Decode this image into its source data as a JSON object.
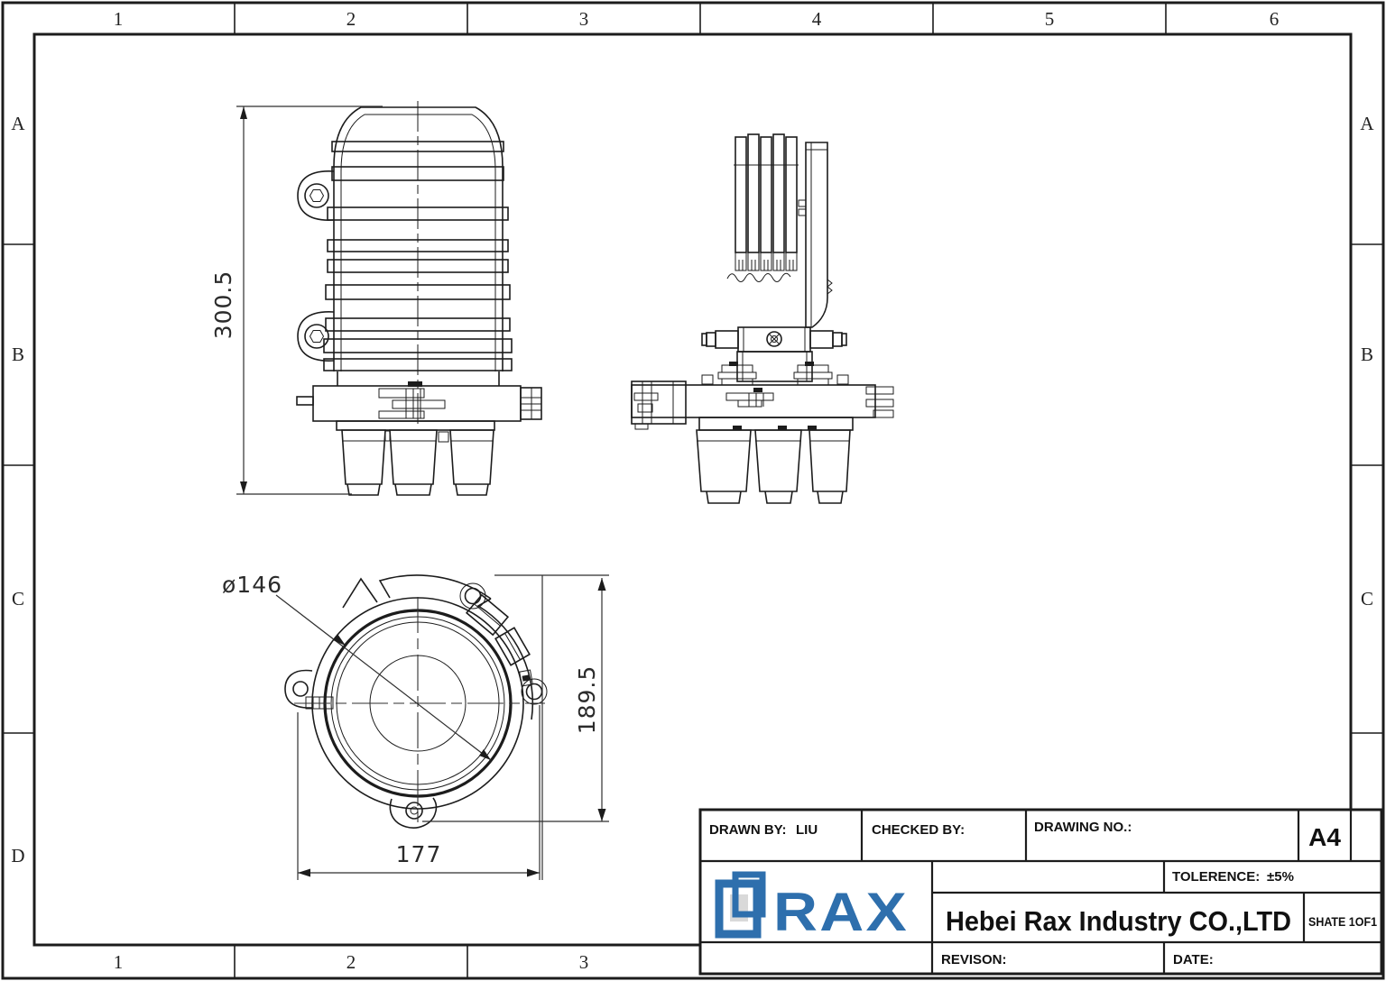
{
  "border": {
    "cols": [
      "1",
      "2",
      "3",
      "4",
      "5",
      "6"
    ],
    "rows": [
      "A",
      "B",
      "C",
      "D"
    ]
  },
  "dimensions": {
    "front_height": "300.5",
    "flange_diameter": "ø146",
    "base_height": "189.5",
    "base_width": "177"
  },
  "title_block": {
    "drawn_by_label": "DRAWN BY:",
    "drawn_by_value": "LIU",
    "checked_by_label": "CHECKED BY:",
    "drawing_no_label": "DRAWING NO.:",
    "paper_size": "A4",
    "tolerance_label": "TOLERENCE:",
    "tolerance_value": "±5%",
    "company_name": "Hebei Rax Industry CO.,LTD",
    "sheet_label": "SHATE 1OF1",
    "revision_label": "REVISON:",
    "date_label": "DATE:",
    "logo_text": "RAX",
    "logo_color": "#2e6fad"
  }
}
